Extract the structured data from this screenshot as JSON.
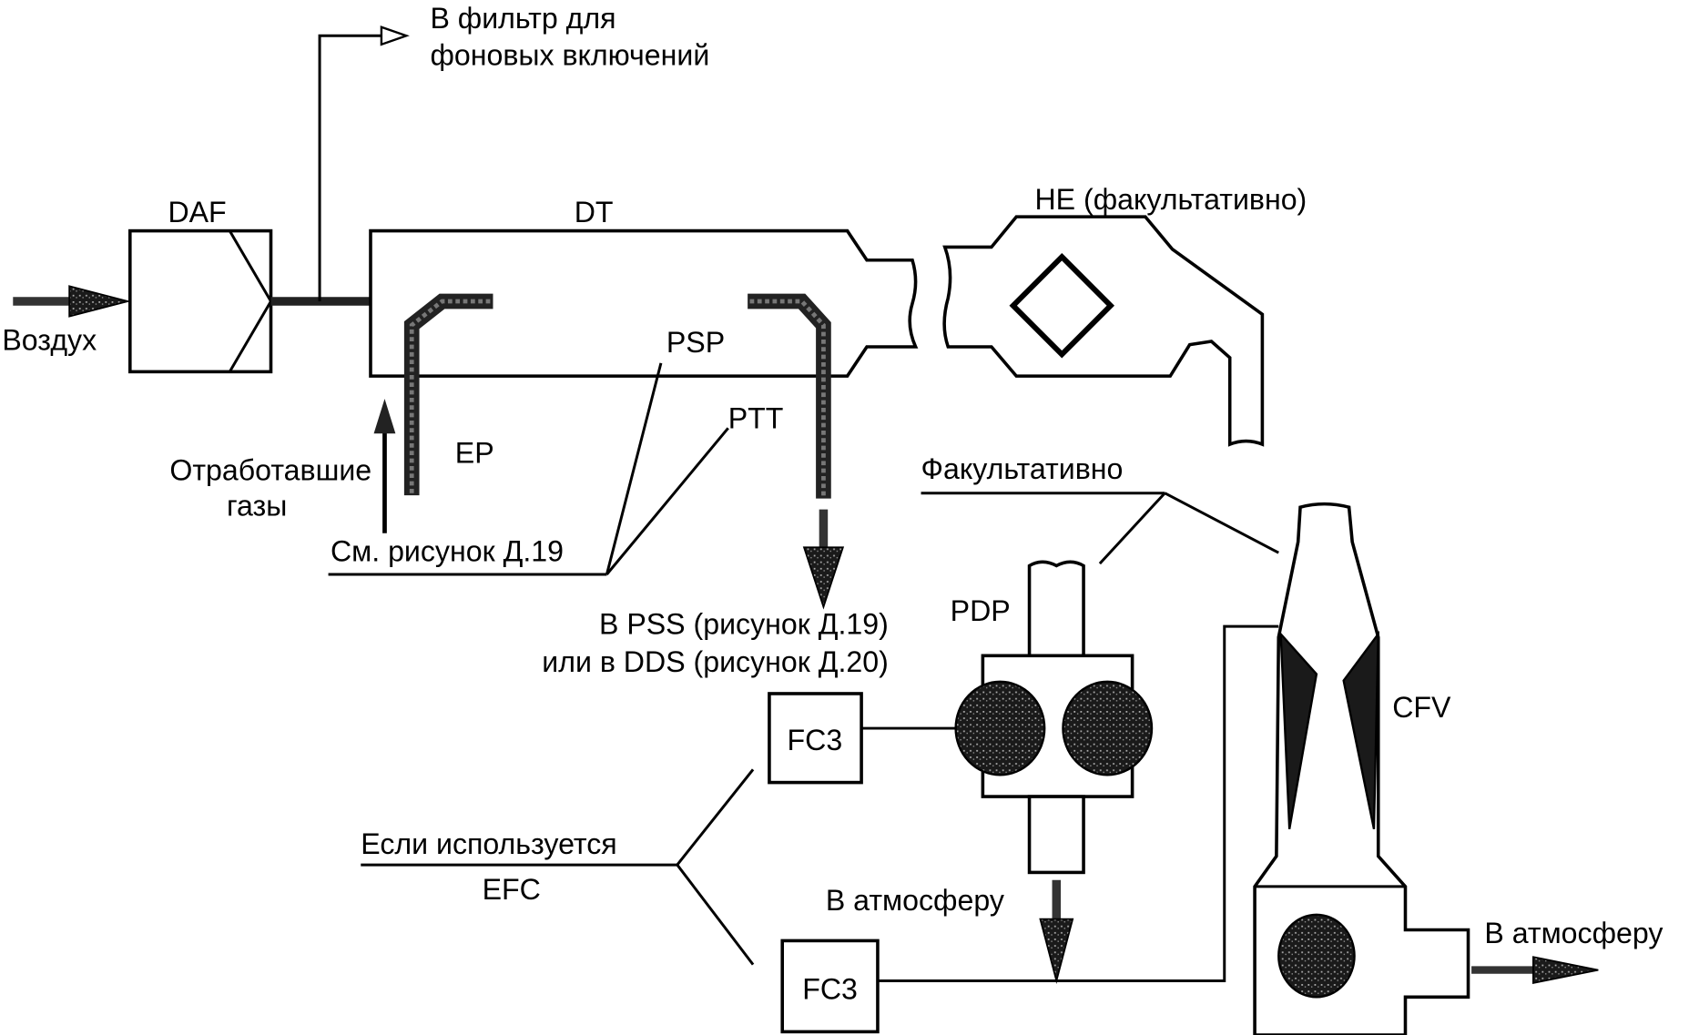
{
  "labels": {
    "air": "Воздух",
    "daf": "DAF",
    "background_filter_line1": "В фильтр для",
    "background_filter_line2": "фоновых включений",
    "dt": "DT",
    "he": "НЕ (факультативно)",
    "psp": "PSP",
    "ptt": "PTT",
    "ep": "EP",
    "exhaust_line1": "Отработавшие",
    "exhaust_line2": "газы",
    "see_figure": "См. рисунок Д.19",
    "to_pss": "В PSS (рисунок Д.19)",
    "to_dds": "или в DDS (рисунок Д.20)",
    "optional": "Факультативно",
    "pdp": "PDP",
    "fc3_top": "FC3",
    "fc3_bottom": "FC3",
    "if_used": "Если используется",
    "efc": "EFC",
    "to_atmosphere_pdp": "В атмосферу",
    "cfv": "CFV",
    "to_atmosphere_cfv": "В атмосферу"
  }
}
